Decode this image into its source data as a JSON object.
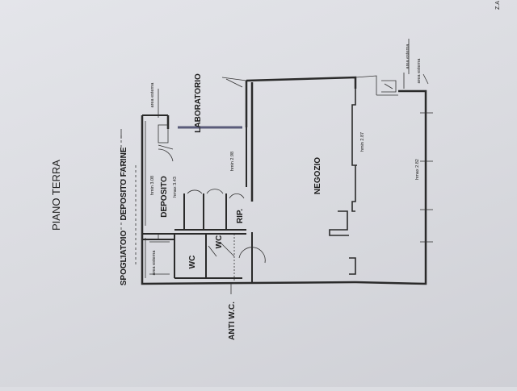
{
  "corner_mark": "Z.A",
  "title": "PIANO TERRA",
  "rooms": {
    "laboratorio": "LABORATORIO",
    "deposito_farine": "DEPOSITO FARINE",
    "spogliatoio": "SPOGLIATOIO",
    "anti_wc": "ANTI W.C.",
    "deposito": "DEPOSITO",
    "rip": "RIP.",
    "wc_1": "WC",
    "wc_2": "WC",
    "negozio": "NEGOZIO"
  },
  "heights": {
    "deposito": "hmin 3.08",
    "deposito_max": "hmax 3.43",
    "laboratorio": "hmin 2.98",
    "negozio_1": "hmin 2.87",
    "negozio_2": "hmax 2.82"
  },
  "notes": {
    "area_esterna_left": "area esterna",
    "area_esterna_top": "area esterna",
    "area_esterna_right": "area esterna",
    "area_esterna_far": "area esterna"
  }
}
